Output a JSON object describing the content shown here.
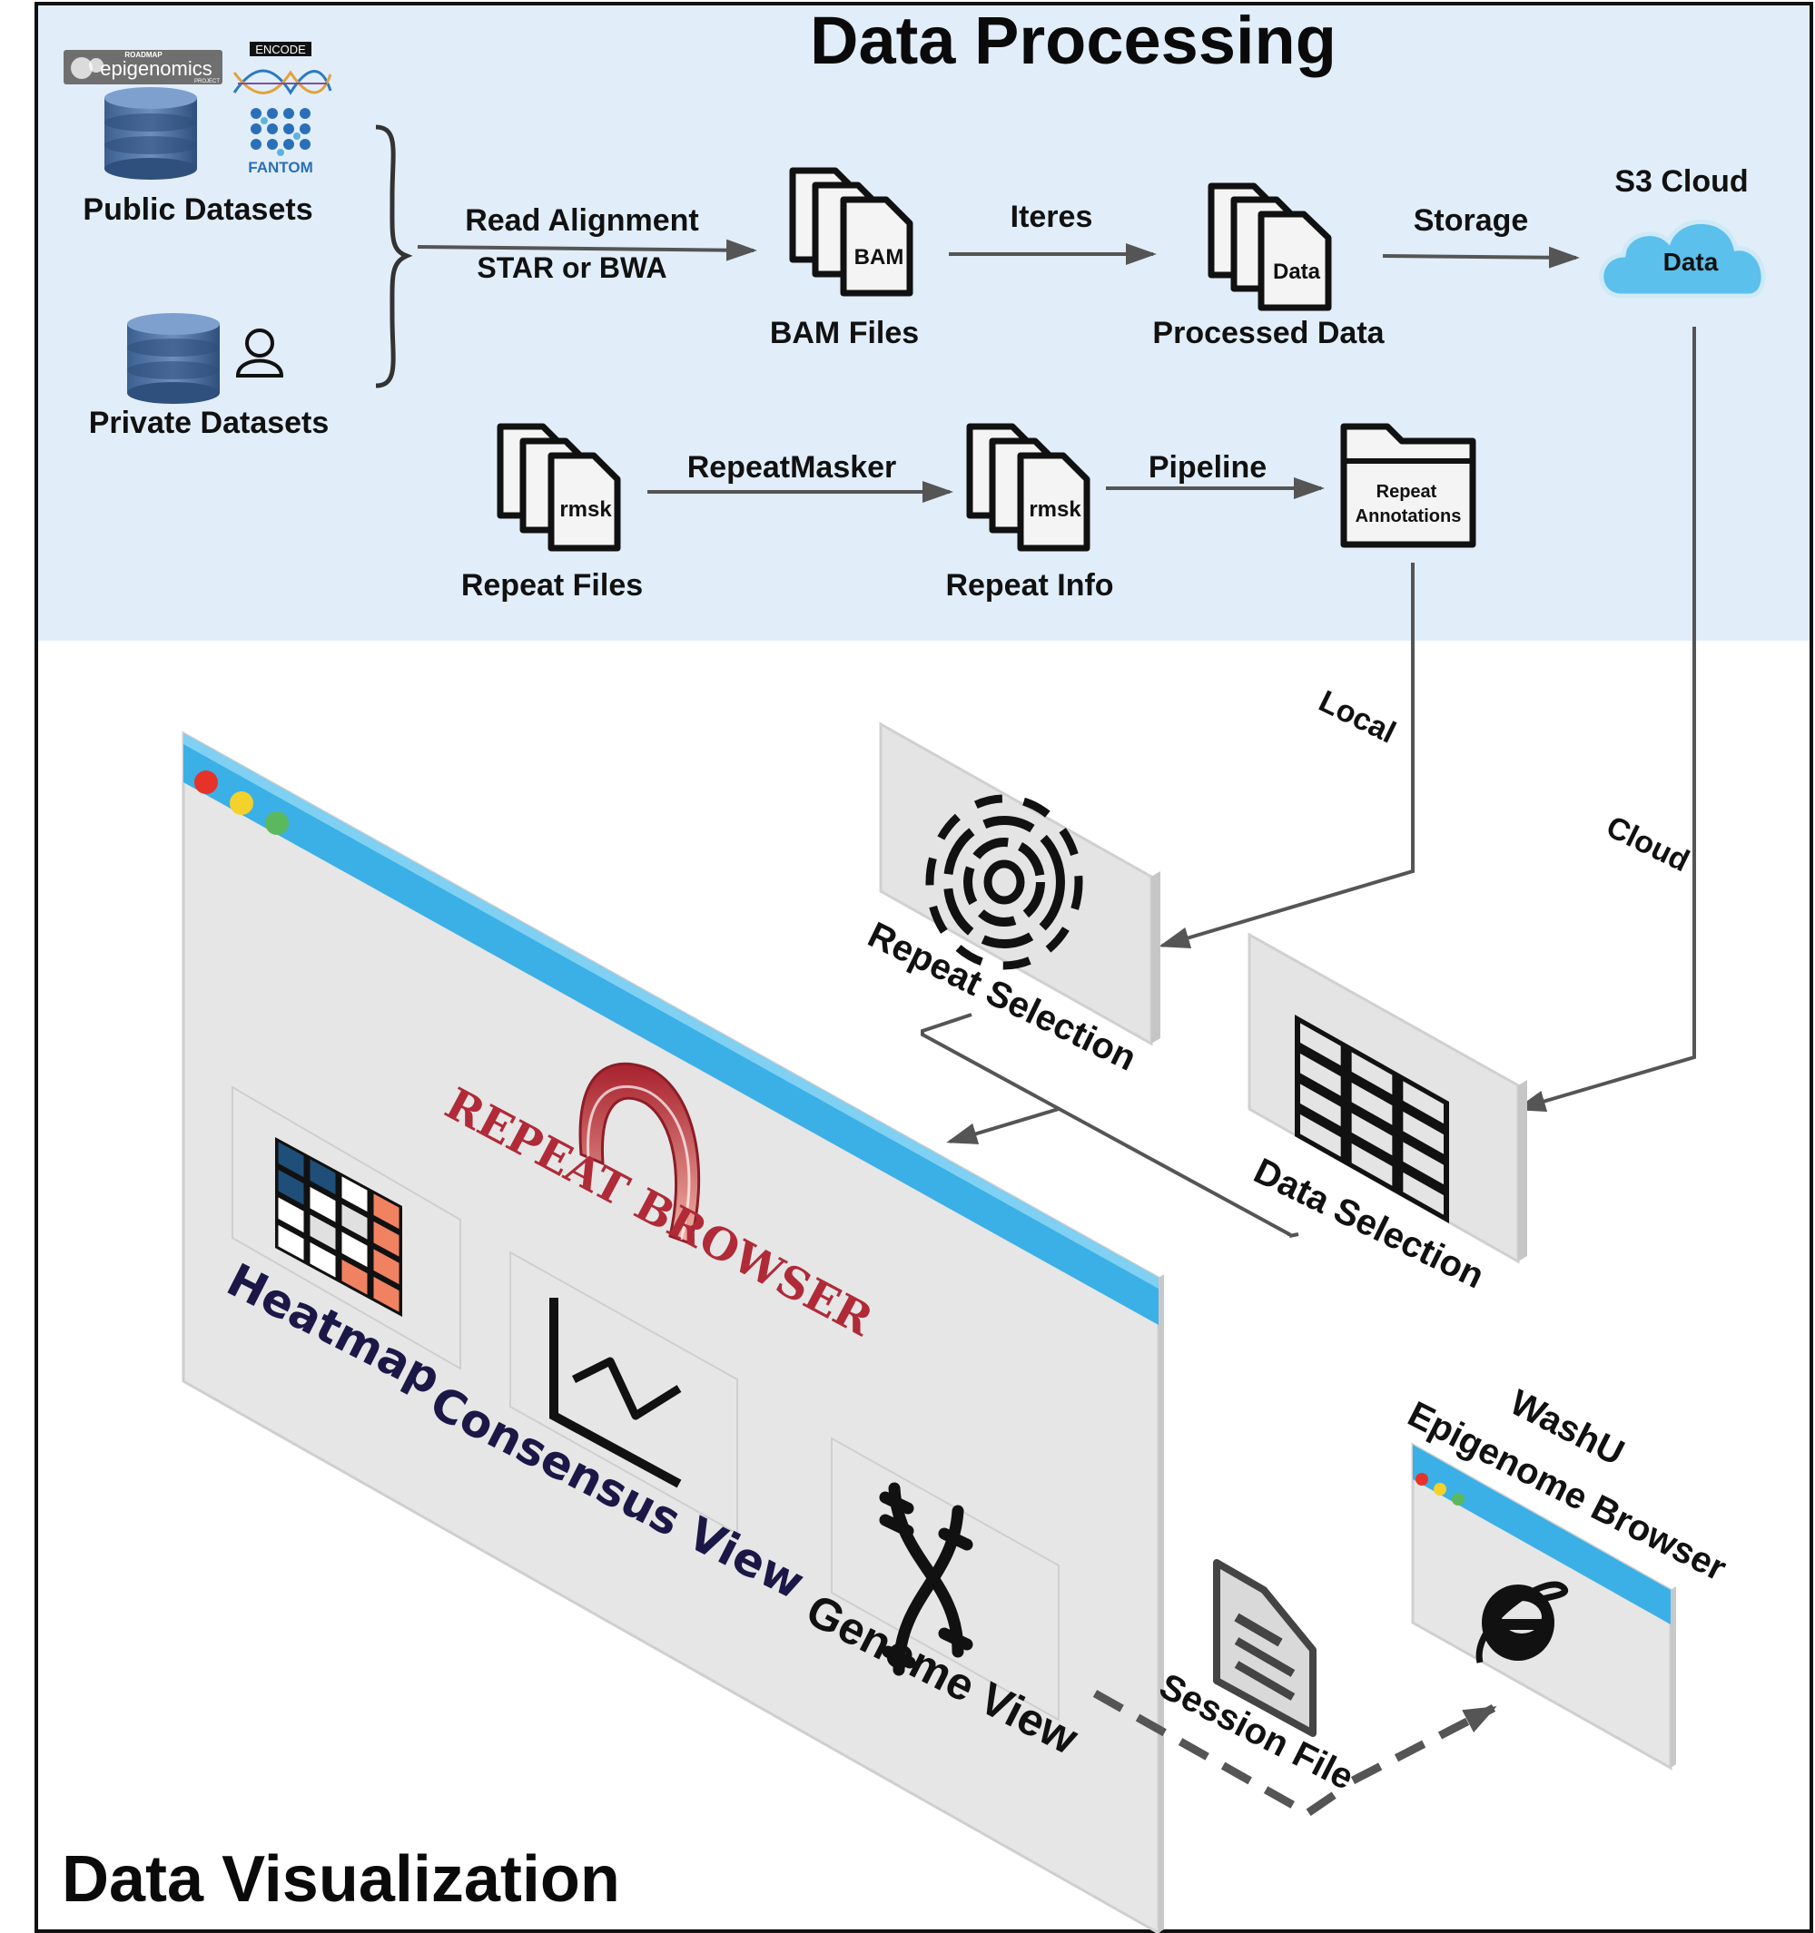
{
  "processing": {
    "title": "Data Processing",
    "public_datasets": "Public Datasets",
    "private_datasets": "Private Datasets",
    "logos": {
      "roadmap_top": "ROADMAP",
      "roadmap": "epigenomics",
      "roadmap_sub": "PROJECT",
      "encode": "ENCODE",
      "fantom": "FANTOM"
    },
    "read_alignment": "Read Alignment",
    "star_bwa": "STAR or BWA",
    "bam_icon": "BAM",
    "bam_files": "BAM Files",
    "iteres": "Iteres",
    "data_icon": "Data",
    "processed_data": "Processed Data",
    "storage": "Storage",
    "s3_cloud": "S3 Cloud",
    "cloud_data": "Data",
    "rmsk_icon": "rmsk",
    "repeat_files": "Repeat Files",
    "repeatmasker": "RepeatMasker",
    "repeat_info": "Repeat Info",
    "pipeline": "Pipeline",
    "repeat_annotations_1": "Repeat",
    "repeat_annotations_2": "Annotations"
  },
  "visualization": {
    "title": "Data Visualization",
    "local": "Local",
    "cloud": "Cloud",
    "repeat_selection": "Repeat Selection",
    "data_selection": "Data Selection",
    "brand": "REPEAT BROWSER",
    "heatmap": "Heatmap",
    "consensus_view": "Consensus View",
    "genome_view": "Genome View",
    "session_file": "Session File",
    "washu_1": "WashU",
    "washu_2": "Epigenome Browser"
  },
  "colors": {
    "processing_bg": "#e1eefa",
    "cloud": "#5bc0eb",
    "window_titlebar": "#3ab0e6",
    "window_body": "#e6e6e6",
    "heatmap_blue": "#1f4e79",
    "heatmap_orange": "#f08262",
    "brand_red": "#b02a37",
    "navy_text": "#1b1847"
  }
}
